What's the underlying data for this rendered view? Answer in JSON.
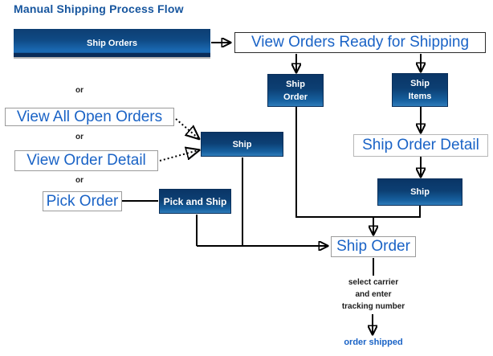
{
  "title": "Manual Shipping Process Flow",
  "colors": {
    "title_blue": "#16559E",
    "link_blue": "#1A63C6",
    "node_gradient_top": "#0A3566",
    "node_gradient_bottom": "#2F7CBA",
    "banner_bottom_strip": "#0A2C58",
    "connector_black": "#000000"
  },
  "banner": {
    "label": "Ship Orders"
  },
  "flow": {
    "view_orders_ready": "View Orders Ready for Shipping",
    "ship_order_node": {
      "line1": "Ship",
      "line2": "Order"
    },
    "ship_items_node": {
      "line1": "Ship",
      "line2": "Items"
    },
    "ship_order_detail": "Ship Order Detail",
    "ship_node_right": "Ship",
    "ship_node_left": "Ship",
    "pick_and_ship_node": "Pick and Ship",
    "or1": "or",
    "or2": "or",
    "or3": "or",
    "view_all_open_orders": "View All Open Orders",
    "view_order_detail": "View Order Detail",
    "pick_order": "Pick Order",
    "ship_order_final": "Ship Order",
    "note_line1": "select carrier",
    "note_line2": "and enter",
    "note_line3": "tracking number",
    "order_shipped": "order shipped"
  }
}
